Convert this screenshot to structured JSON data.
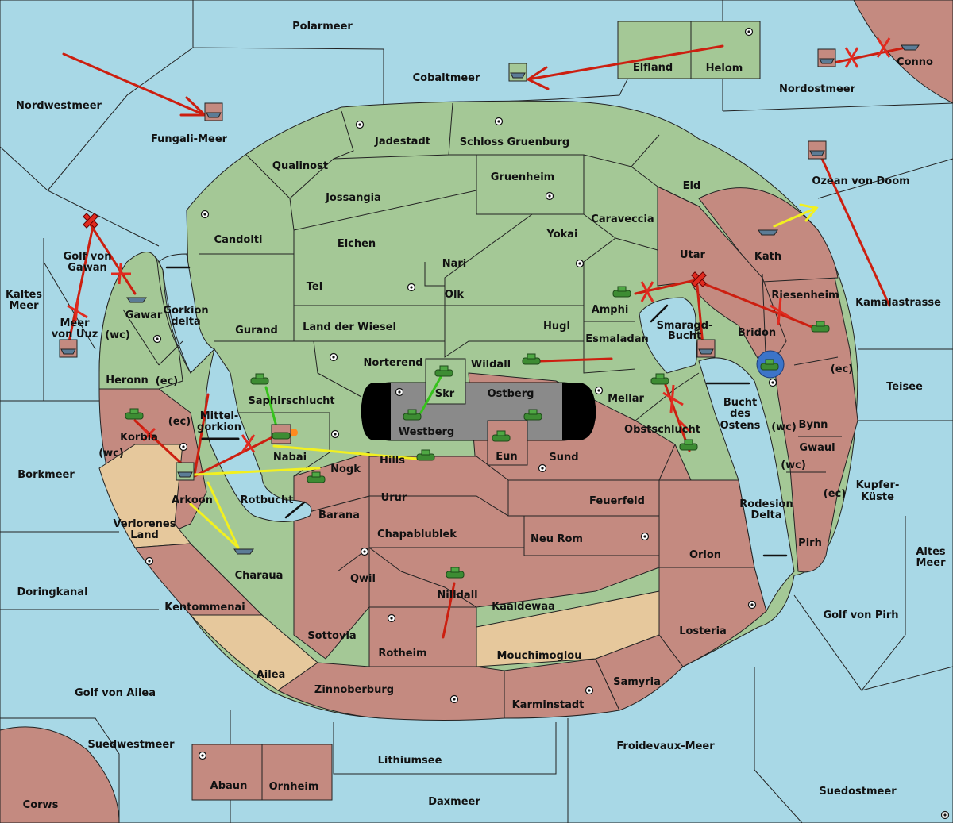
{
  "colors": {
    "sea": "#a8d8e6",
    "neutral_land": "#a4c896",
    "red_player": "#c48a80",
    "tan_land": "#e6c89c",
    "impassable": "#8a8a8a",
    "arrow_red": "#cc1f10",
    "arrow_yellow": "#f2f020",
    "arrow_green": "#36c21c",
    "arrow_black": "#111111"
  },
  "labels": {
    "polarmeer": "Polarmeer",
    "cobaltmeer": "Cobaltmeer",
    "nordwestmeer": "Nordwestmeer",
    "fungali_meer": "Fungali-Meer",
    "elfland": "Elfland",
    "helom": "Helom",
    "nordostmeer": "Nordostmeer",
    "conno": "Conno",
    "jadestadt": "Jadestadt",
    "schloss_gruenburg": "Schloss Gruenburg",
    "qualinost": "Qualinost",
    "gruenheim": "Gruenheim",
    "eld": "Eld",
    "ozean_von_doom": "Ozean von Doom",
    "jossangia": "Jossangia",
    "caraveccia": "Caraveccia",
    "candolti": "Candolti",
    "elchen": "Elchen",
    "yokai": "Yokai",
    "nari": "Nari",
    "utar": "Utar",
    "kath": "Kath",
    "golf_von_gawan_1": "Golf von",
    "golf_von_gawan_2": "Gawan",
    "kaltes_meer_1": "Kaltes",
    "kaltes_meer_2": "Meer",
    "meer_von_uuz_1": "Meer",
    "meer_von_uuz_2": "von Uuz",
    "gawar": "Gawar",
    "gorkion_delta_1": "Gorkion",
    "gorkion_delta_2": "delta",
    "tel": "Tel",
    "olk": "Olk",
    "amphi": "Amphi",
    "riesenheim": "Riesenheim",
    "kamalastrasse": "Kamalastrasse",
    "gurand": "Gurand",
    "land_der_wiesel": "Land der Wiesel",
    "hugl": "Hugl",
    "smaragd_bucht_1": "Smaragd-",
    "smaragd_bucht_2": "Bucht",
    "bridon": "Bridon",
    "esmaladan": "Esmaladan",
    "norterend": "Norterend",
    "wildall": "Wildall",
    "heronn": "Heronn",
    "ec1": "(ec)",
    "wc1": "(wc)",
    "skr": "Skr",
    "ostberg": "Ostberg",
    "mellar": "Mellar",
    "bucht_des_ostens_1": "Bucht",
    "bucht_des_ostens_2": "des",
    "bucht_des_ostens_3": "Ostens",
    "teisee": "Teisee",
    "saphirschlucht": "Saphirschlucht",
    "mittelgorkion_1": "Mittel-",
    "mittelgorkion_2": "gorkion",
    "korbia": "Korbia",
    "ec2": "(ec)",
    "westberg": "Westberg",
    "obstschlucht": "Obstschlucht",
    "bynn": "Bynn",
    "wc2": "(wc)",
    "ec3": "(ec)",
    "gwaul": "Gwaul",
    "wc3": "(wc)",
    "nabai": "Nabai",
    "eun": "Eun",
    "sund": "Sund",
    "hills": "Hills",
    "nogk": "Nogk",
    "borkmeer": "Borkmeer",
    "arkoon": "Arkoon",
    "rotbucht": "Rotbucht",
    "urur": "Urur",
    "feuerfeld": "Feuerfeld",
    "kupfer_kueste_1": "Kupfer-",
    "kupfer_kueste_2": "Küste",
    "ec4": "(ec)",
    "rodesion_delta_1": "Rodesion",
    "rodesion_delta_2": "Delta",
    "barana": "Barana",
    "verlorenes_land_1": "Verlorenes",
    "verlorenes_land_2": "Land",
    "chapablublek": "Chapablublek",
    "neu_rom": "Neu Rom",
    "pirh": "Pirh",
    "altes_meer_1": "Altes",
    "altes_meer_2": "Meer",
    "orlon": "Orlon",
    "charaua": "Charaua",
    "qwil": "Qwil",
    "doringkanal": "Doringkanal",
    "nilldall": "Nilldall",
    "kentommenai": "Kentommenai",
    "kaaldewaa": "Kaaldewaa",
    "golf_von_pirh": "Golf von Pirh",
    "losteria": "Losteria",
    "sottovia": "Sottovia",
    "rotheim": "Rotheim",
    "mouchimoglou": "Mouchimoglou",
    "ailea": "Ailea",
    "samyria": "Samyria",
    "golf_von_ailea": "Golf von Ailea",
    "zinnoberburg": "Zinnoberburg",
    "karminstadt": "Karminstadt",
    "suedwestmeer": "Suedwestmeer",
    "froidevaux_meer": "Froidevaux-Meer",
    "lithiumsee": "Lithiumsee",
    "abaun": "Abaun",
    "ornheim": "Ornheim",
    "suedostmeer": "Suedostmeer",
    "daxmeer": "Daxmeer",
    "corws": "Corws"
  }
}
